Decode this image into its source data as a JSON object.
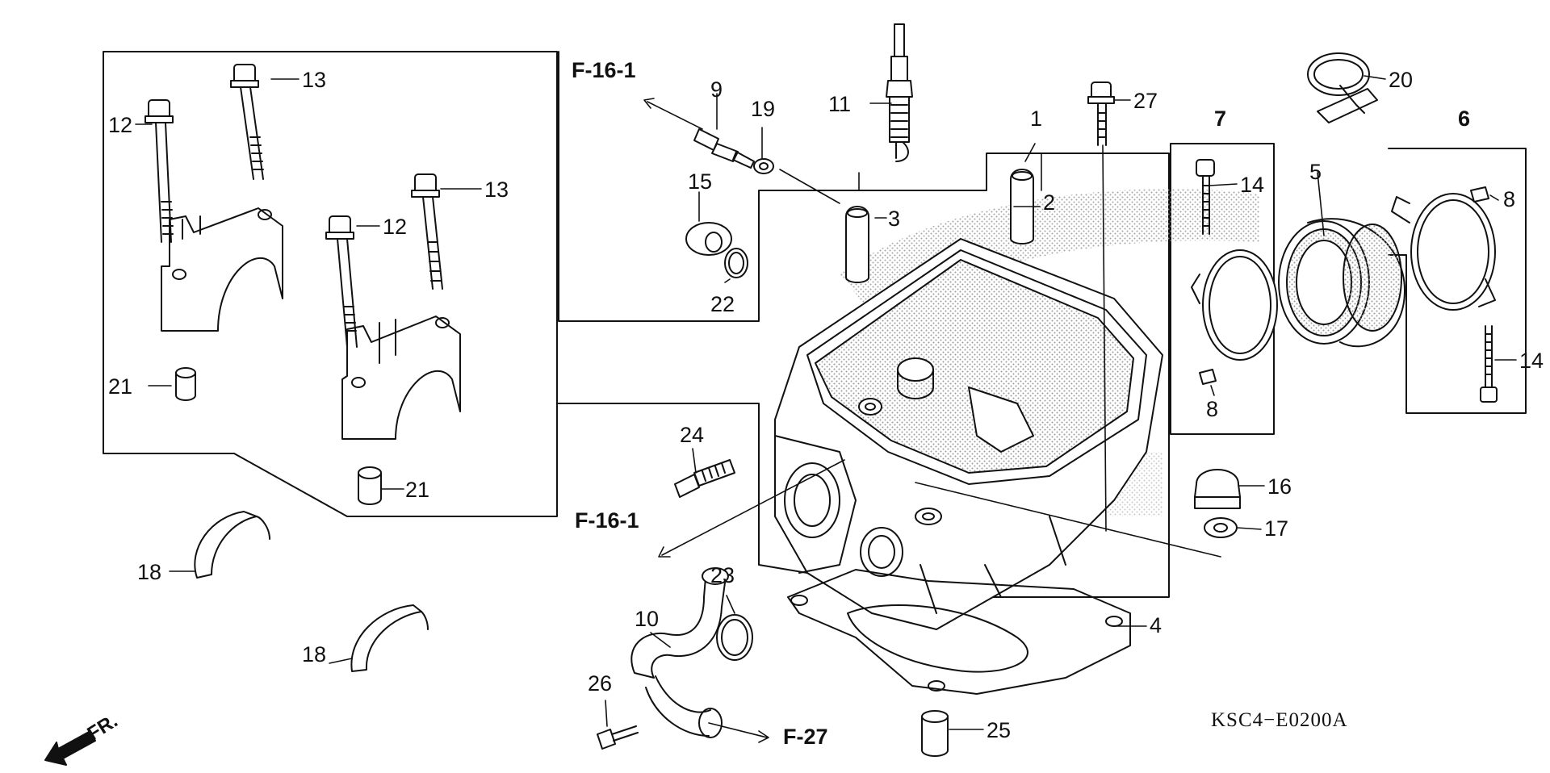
{
  "diagram": {
    "code": "KSC4−E0200A",
    "direction_label": "FR.",
    "refs": {
      "r1": "F-16-1",
      "r2": "F-16-1",
      "r3": "F-27"
    },
    "callouts": {
      "c1": "1",
      "c2": "2",
      "c3": "3",
      "c4": "4",
      "c5": "5",
      "c6": "6",
      "c7": "7",
      "c8a": "8",
      "c8b": "8",
      "c9": "9",
      "c10": "10",
      "c11": "11",
      "c12a": "12",
      "c12b": "12",
      "c13a": "13",
      "c13b": "13",
      "c14a": "14",
      "c14b": "14",
      "c15": "15",
      "c16": "16",
      "c17": "17",
      "c18a": "18",
      "c18b": "18",
      "c19": "19",
      "c20": "20",
      "c21a": "21",
      "c21b": "21",
      "c22": "22",
      "c23": "23",
      "c24": "24",
      "c25": "25",
      "c26": "26",
      "c27": "27"
    },
    "colors": {
      "ink": "#111111",
      "paper": "#ffffff",
      "shade": "#b0b0b0"
    }
  }
}
